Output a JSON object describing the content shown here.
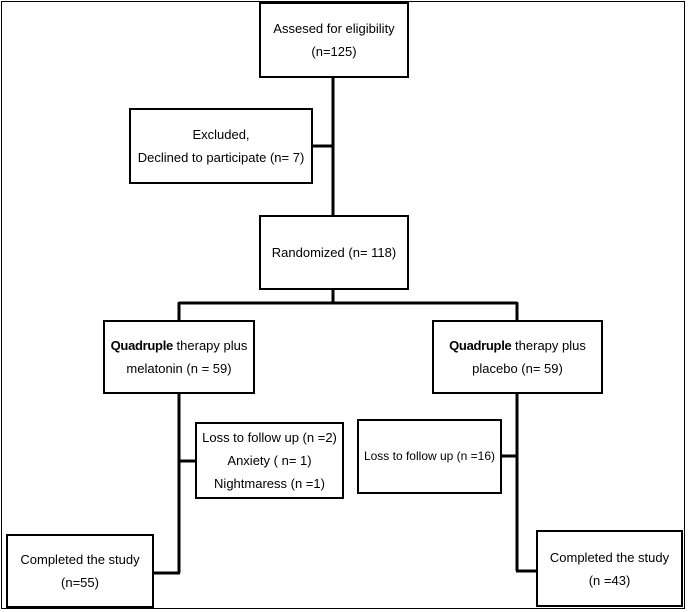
{
  "assessed": {
    "line1": "Assesed for eligibility",
    "line2": "(n=125)"
  },
  "excluded": {
    "line1": "Excluded,",
    "line2": "Declined to participate (n= 7)"
  },
  "randomized": {
    "line1": "Randomized (n= 118)"
  },
  "melatonin_arm": {
    "bold": "Quadruple",
    "rest": " therapy plus",
    "line2": "melatonin (n = 59)"
  },
  "placebo_arm": {
    "bold": "Quadruple",
    "rest": " therapy plus",
    "line2": "placebo (n= 59)"
  },
  "loss_melatonin": {
    "line1": "Loss to follow up (n =2)",
    "line2": "Anxiety ( n= 1)",
    "line3": "Nightmaress (n =1)"
  },
  "loss_placebo": {
    "line1": "Loss to follow up (n =16)"
  },
  "completed_melatonin": {
    "line1": "Completed the study",
    "line2": "(n=55)"
  },
  "completed_placebo": {
    "line1": "Completed the study",
    "line2": "(n =43)"
  }
}
